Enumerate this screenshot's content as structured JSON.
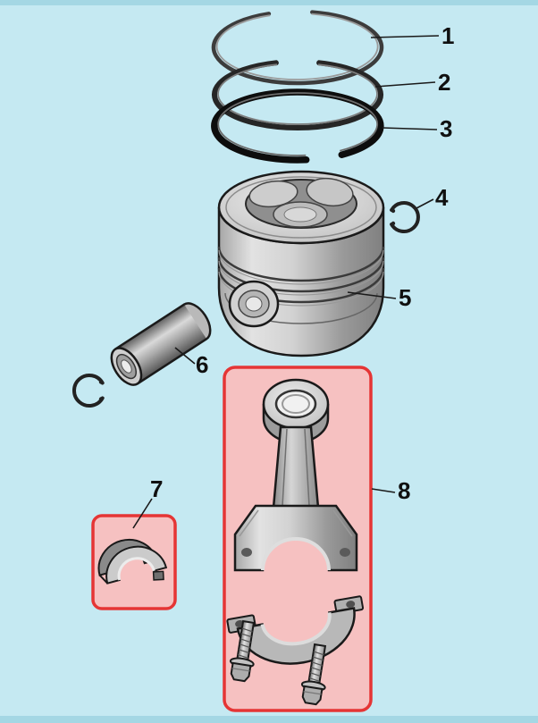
{
  "diagram": {
    "type": "exploded-parts-diagram",
    "background_color": "#c5e9f2",
    "edge_bar_color": "#a4d7e4",
    "outline_color": "#1a1a1a",
    "highlight_border_color": "#e53535",
    "highlight_fill_color": "#f6c1c1",
    "callouts": [
      {
        "label": "1"
      },
      {
        "label": "2"
      },
      {
        "label": "3"
      },
      {
        "label": "4"
      },
      {
        "label": "5"
      },
      {
        "label": "6"
      },
      {
        "label": "7"
      },
      {
        "label": "8"
      }
    ]
  }
}
